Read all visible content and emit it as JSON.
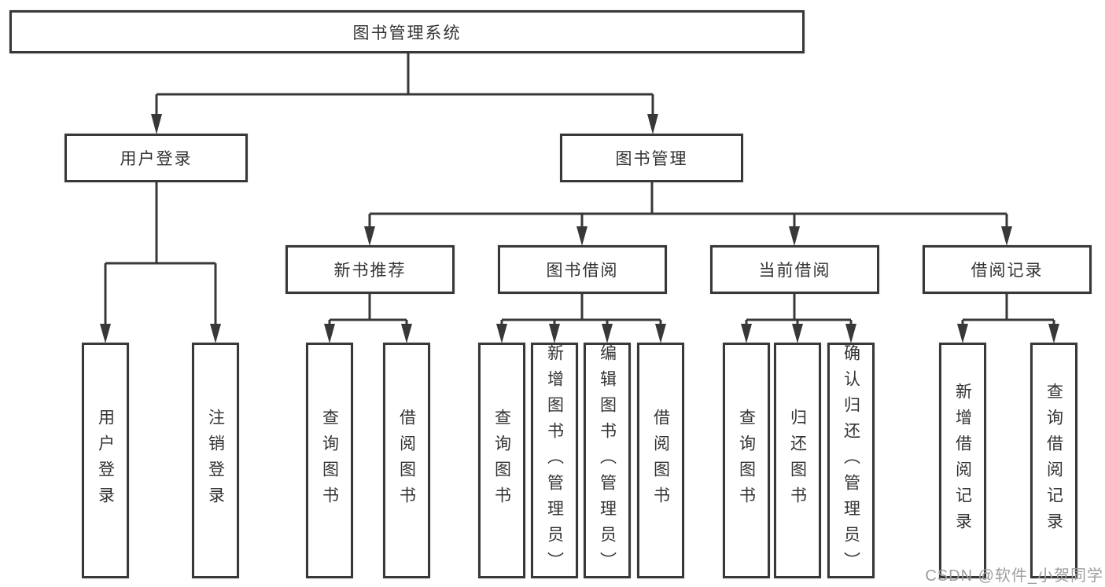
{
  "diagram": {
    "root": "图书管理系统",
    "user_login": {
      "label": "用户登录",
      "children": [
        "用户登录",
        "注销登录"
      ]
    },
    "book_management": {
      "label": "图书管理",
      "sections": [
        {
          "label": "新书推荐",
          "children": [
            "查询图书",
            "借阅图书"
          ]
        },
        {
          "label": "图书借阅",
          "children": [
            "查询图书",
            "新增图书（管理员）",
            "编辑图书（管理员）",
            "借阅图书"
          ]
        },
        {
          "label": "当前借阅",
          "children": [
            "查询图书",
            "归还图书",
            "确认归还（管理员）"
          ]
        },
        {
          "label": "借阅记录",
          "children": [
            "新增借阅记录",
            "查询借阅记录"
          ]
        }
      ]
    }
  },
  "watermark": "CSDN @软件_小贺同学",
  "colors": {
    "line": "#383838",
    "text": "#333333",
    "box_background": "#ffffff",
    "watermark": "#9e9e9e",
    "page_background": "#ffffff"
  }
}
